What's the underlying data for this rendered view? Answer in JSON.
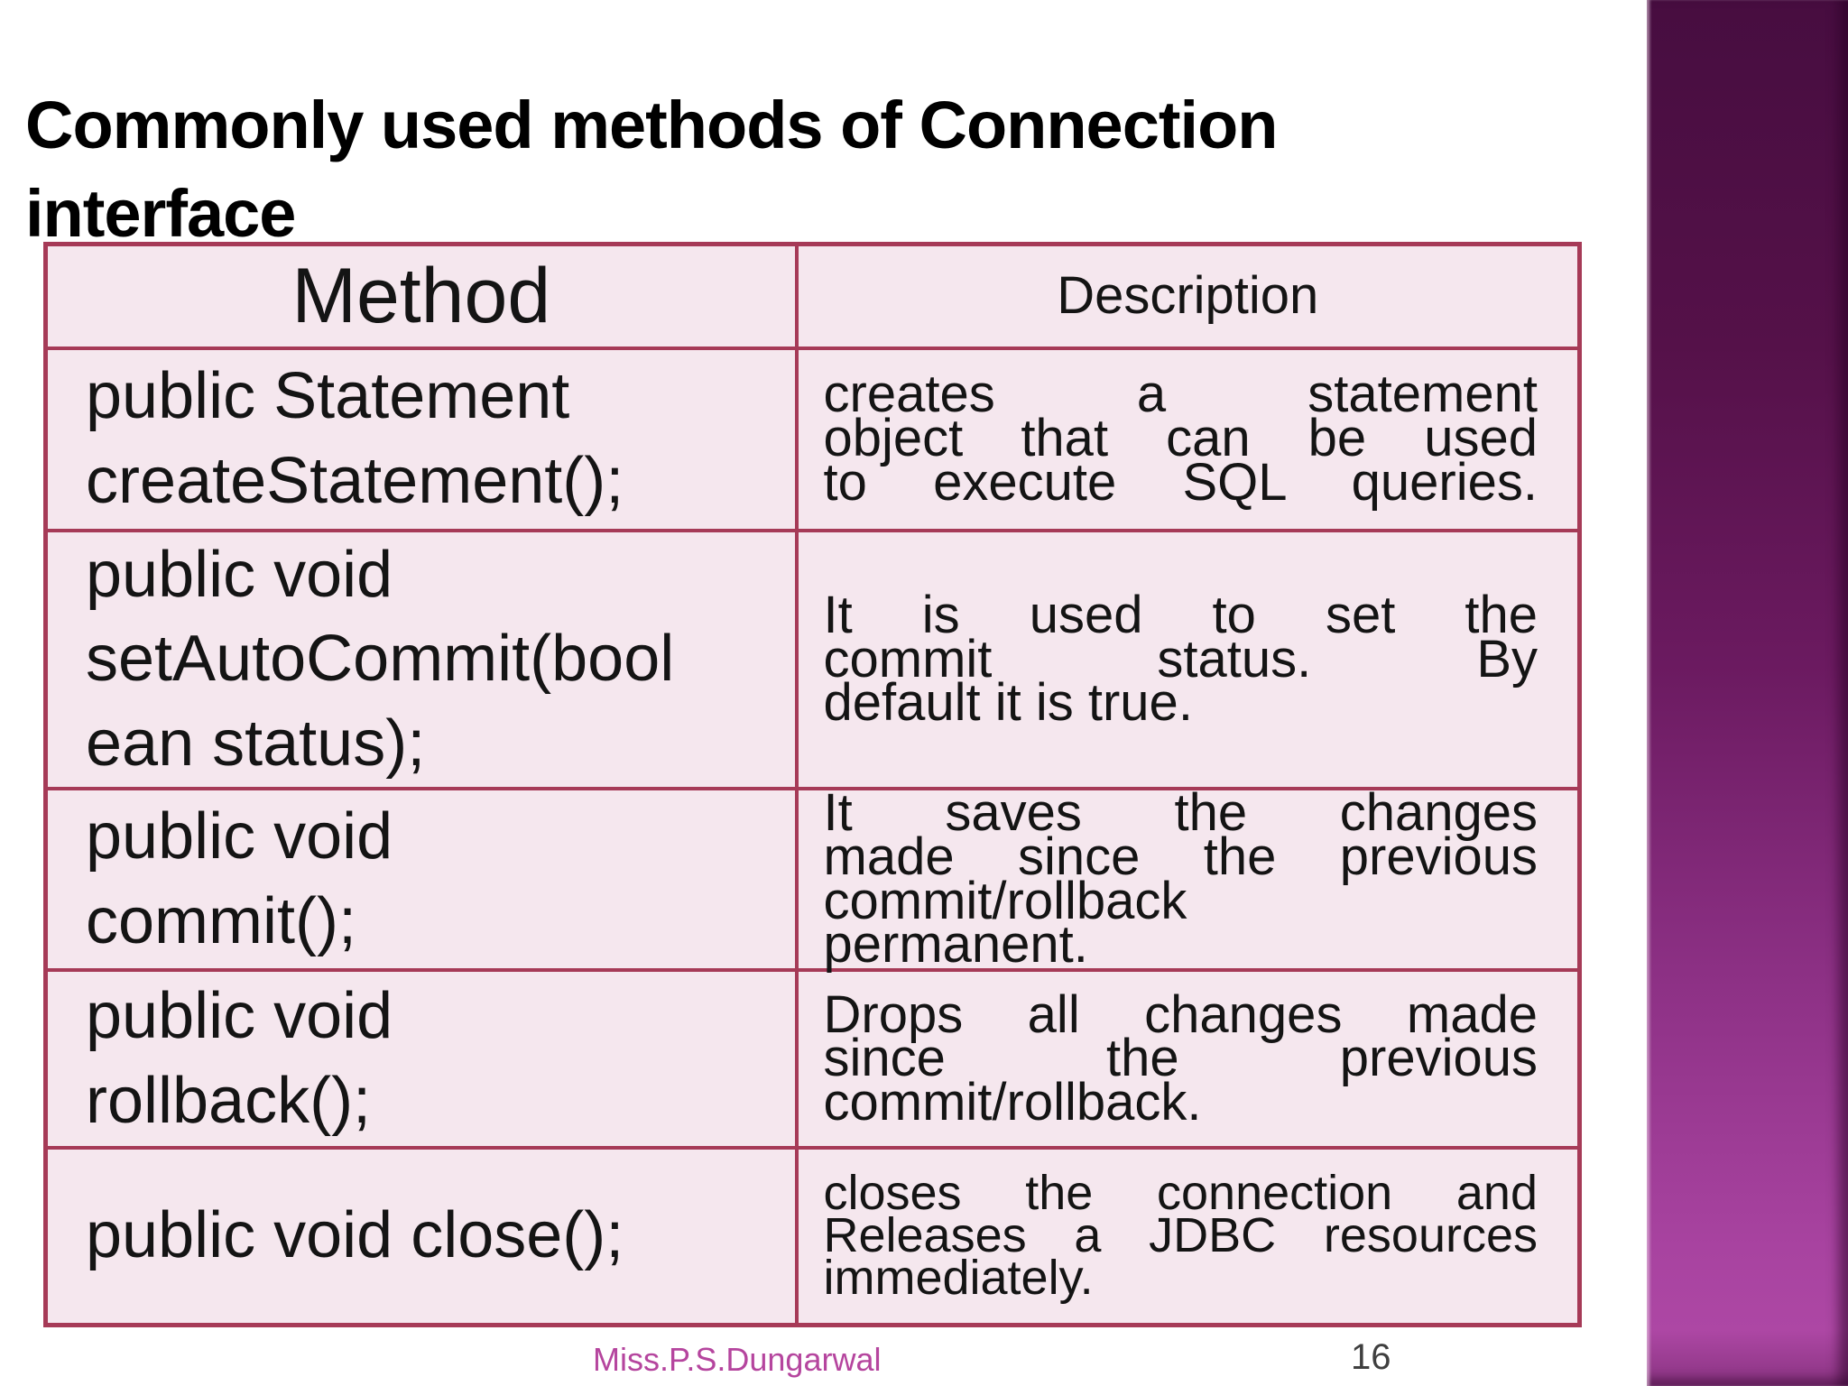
{
  "slide": {
    "title_lines": [
      "Commonly used methods of Connection",
      "interface"
    ],
    "footer": {
      "author": "Miss.P.S.Dungarwal",
      "page_number": "16"
    }
  },
  "colors": {
    "table_border": "#a63a57",
    "cell_background": "#f5e7ee",
    "title_text": "#000000",
    "table_text": "#141414",
    "footer_author": "#b5459e",
    "page_number": "#3f3f3f",
    "accent_bar_top": "#470d40",
    "accent_bar_bottom": "#ad46a4"
  },
  "table": {
    "headers": [
      {
        "label": "Method"
      },
      {
        "label": "Description"
      }
    ],
    "rows": [
      {
        "method_lines": [
          "public Statement",
          "createStatement();"
        ],
        "description_lines": [
          {
            "text": "creates a statement",
            "stretch": true
          },
          {
            "text": "object that can be used",
            "stretch": true
          },
          {
            "text": "to execute SQL queries.",
            "stretch": true
          }
        ]
      },
      {
        "method_lines": [
          "public void",
          "setAutoCommit(bool",
          "ean status);"
        ],
        "description_lines": [
          {
            "text": "It is used to set the",
            "stretch": true
          },
          {
            "text": "commit status. By",
            "stretch": true
          },
          {
            "text": "default it is true.",
            "stretch": false
          }
        ]
      },
      {
        "method_lines": [
          "public void",
          "commit();"
        ],
        "description_lines": [
          {
            "text": "It saves the changes",
            "stretch": true
          },
          {
            "text": "made since the previous",
            "stretch": true
          },
          {
            "text": "commit/rollback",
            "stretch": false
          },
          {
            "text": "permanent.",
            "stretch": false
          }
        ]
      },
      {
        "method_lines": [
          "public void",
          "rollback();"
        ],
        "description_lines": [
          {
            "text": "Drops all changes made",
            "stretch": true
          },
          {
            "text": "since the previous",
            "stretch": true
          },
          {
            "text": "commit/rollback.",
            "stretch": false
          }
        ]
      },
      {
        "method_lines": [
          "public void close();"
        ],
        "description_lines": [
          {
            "text": "closes the connection and",
            "stretch": true
          },
          {
            "text": "Releases a JDBC resources",
            "stretch": true
          },
          {
            "text": "immediately.",
            "stretch": false
          }
        ]
      }
    ]
  }
}
